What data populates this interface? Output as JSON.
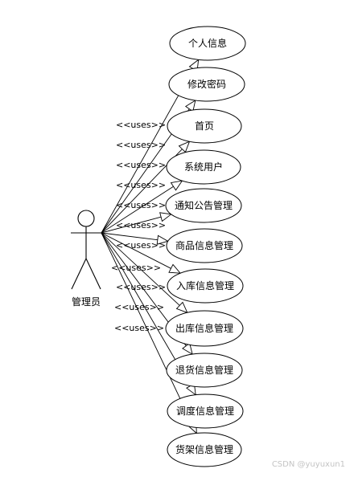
{
  "actor": {
    "name": "管理员"
  },
  "relation_label": "<<uses>>",
  "use_cases": [
    {
      "label": "个人信息"
    },
    {
      "label": "修改密码"
    },
    {
      "label": "首页"
    },
    {
      "label": "系统用户"
    },
    {
      "label": "通知公告管理"
    },
    {
      "label": "商品信息管理"
    },
    {
      "label": "入库信息管理"
    },
    {
      "label": "出库信息管理"
    },
    {
      "label": "退货信息管理"
    },
    {
      "label": "调度信息管理"
    },
    {
      "label": "货架信息管理"
    }
  ],
  "watermark": "CSDN @yuyuxun1"
}
